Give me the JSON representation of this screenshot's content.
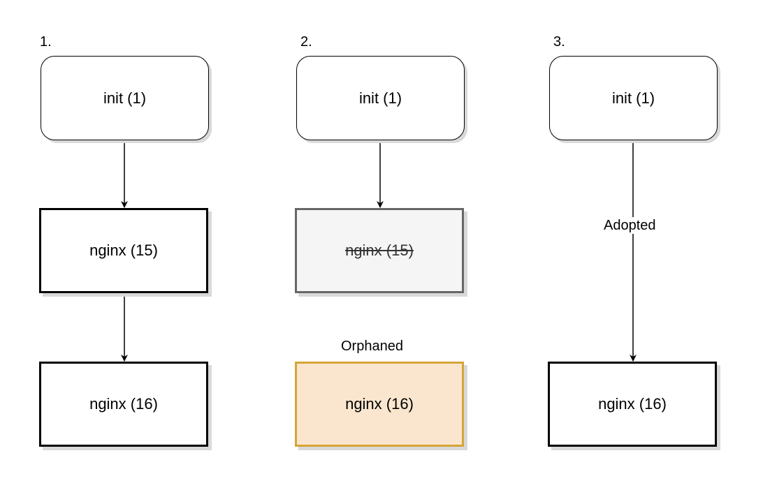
{
  "steps": [
    {
      "label": "1."
    },
    {
      "label": "2."
    },
    {
      "label": "3."
    }
  ],
  "nodes": {
    "s1_init": "init (1)",
    "s1_nginx15": "nginx (15)",
    "s1_nginx16": "nginx (16)",
    "s2_init": "init (1)",
    "s2_nginx15": "nginx (15)",
    "s2_nginx16": "nginx (16)",
    "s3_init": "init (1)",
    "s3_nginx16": "nginx (16)"
  },
  "captions": {
    "orphaned": "Orphaned",
    "adopted": "Adopted"
  },
  "colors": {
    "dead_fill": "#f5f5f5",
    "dead_border": "#666666",
    "orphan_fill": "#fae6cf",
    "orphan_border": "#d6a437"
  }
}
